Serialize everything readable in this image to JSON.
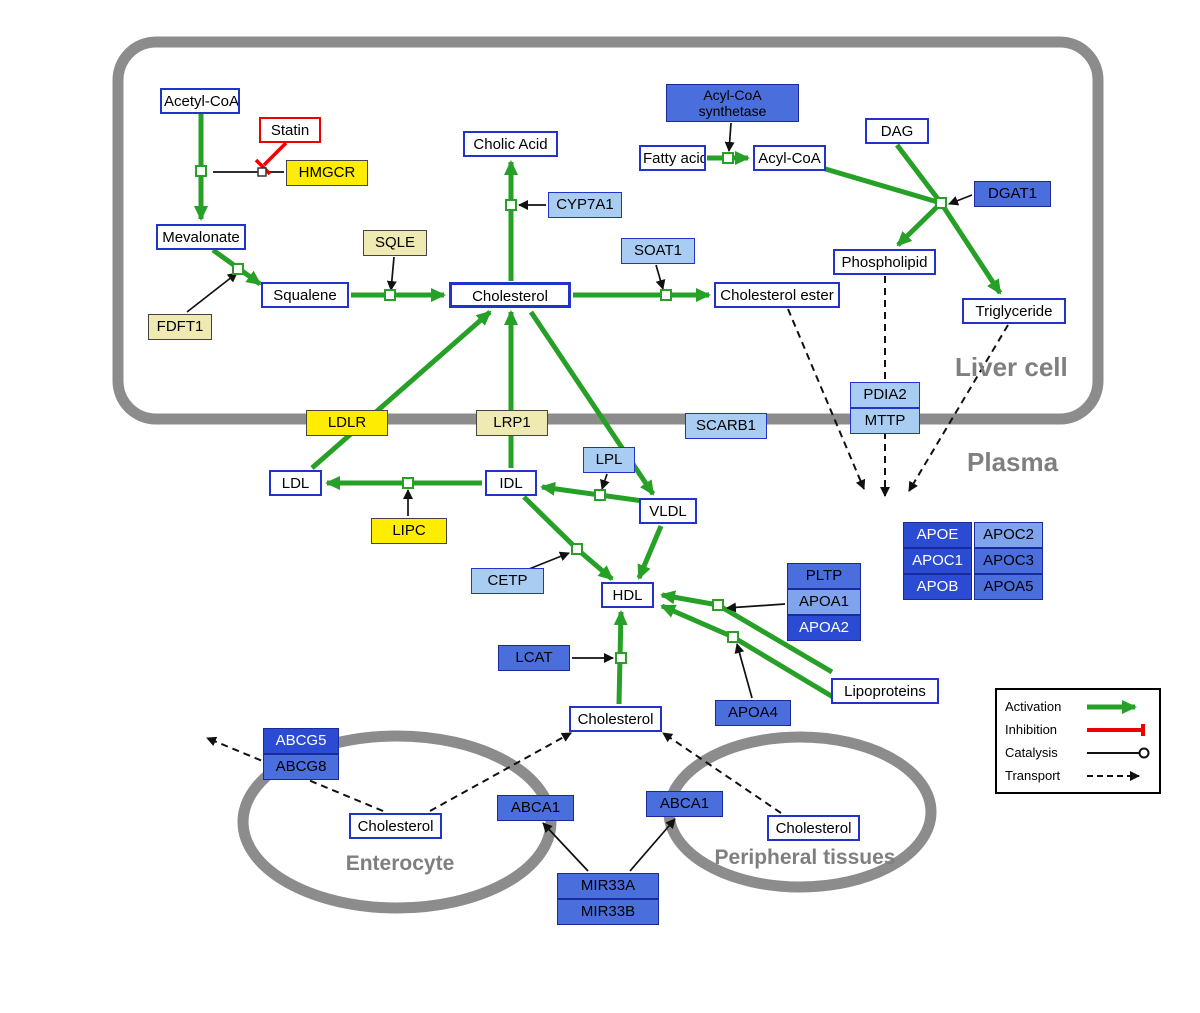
{
  "regions": {
    "liver": "Liver cell",
    "plasma": "Plasma",
    "enterocyte": "Enterocyte",
    "peripheral": "Peripheral tissues"
  },
  "nodes": {
    "acetyl_coa": "Acetyl-CoA",
    "statin": "Statin",
    "hmgcr": "HMGCR",
    "mevalonate": "Mevalonate",
    "fdft1": "FDFT1",
    "squalene": "Squalene",
    "sqle": "SQLE",
    "cholesterol_liver": "Cholesterol",
    "cholic_acid": "Cholic Acid",
    "cyp7a1": "CYP7A1",
    "soat1": "SOAT1",
    "cholesterol_ester": "Cholesterol ester",
    "acyl_coa_synthetase": "Acyl-CoA synthetase",
    "fatty_acid": "Fatty acid",
    "acyl_coa": "Acyl-CoA",
    "dag": "DAG",
    "dgat1": "DGAT1",
    "phospholipid": "Phospholipid",
    "triglyceride": "Triglyceride",
    "ldlr": "LDLR",
    "lrp1": "LRP1",
    "scarb1": "SCARB1",
    "pdia2": "PDIA2",
    "mttp": "MTTP",
    "ldl": "LDL",
    "idl": "IDL",
    "lpl": "LPL",
    "vldl": "VLDL",
    "lipc": "LIPC",
    "cetp": "CETP",
    "hdl": "HDL",
    "lcat": "LCAT",
    "pltp": "PLTP",
    "apoa1": "APOA1",
    "apoa2": "APOA2",
    "apoa4": "APOA4",
    "lipoproteins": "Lipoproteins",
    "apoe": "APOE",
    "apoc2": "APOC2",
    "apoc1": "APOC1",
    "apoc3": "APOC3",
    "apob": "APOB",
    "apoa5": "APOA5",
    "cholesterol_plasma": "Cholesterol",
    "abcg5": "ABCG5",
    "abcg8": "ABCG8",
    "cholesterol_enterocyte": "Cholesterol",
    "abca1_left": "ABCA1",
    "abca1_right": "ABCA1",
    "cholesterol_peripheral": "Cholesterol",
    "mir33a": "MIR33A",
    "mir33b": "MIR33B"
  },
  "legend": {
    "activation": "Activation",
    "inhibition": "Inhibition",
    "catalysis": "Catalysis",
    "transport": "Transport"
  },
  "colors": {
    "activation_green": "#26a026",
    "inhibition_red": "#ee0000",
    "membrane_gray": "#8c8c8c",
    "node_border_blue": "#2233cc",
    "node_yellow": "#ffed00",
    "node_khaki": "#efeab2",
    "node_light_blue": "#a9cdf2",
    "node_blue": "#4a6fdd",
    "node_dark_blue": "#2b4bd2",
    "label_gray": "#7f7f7f"
  }
}
